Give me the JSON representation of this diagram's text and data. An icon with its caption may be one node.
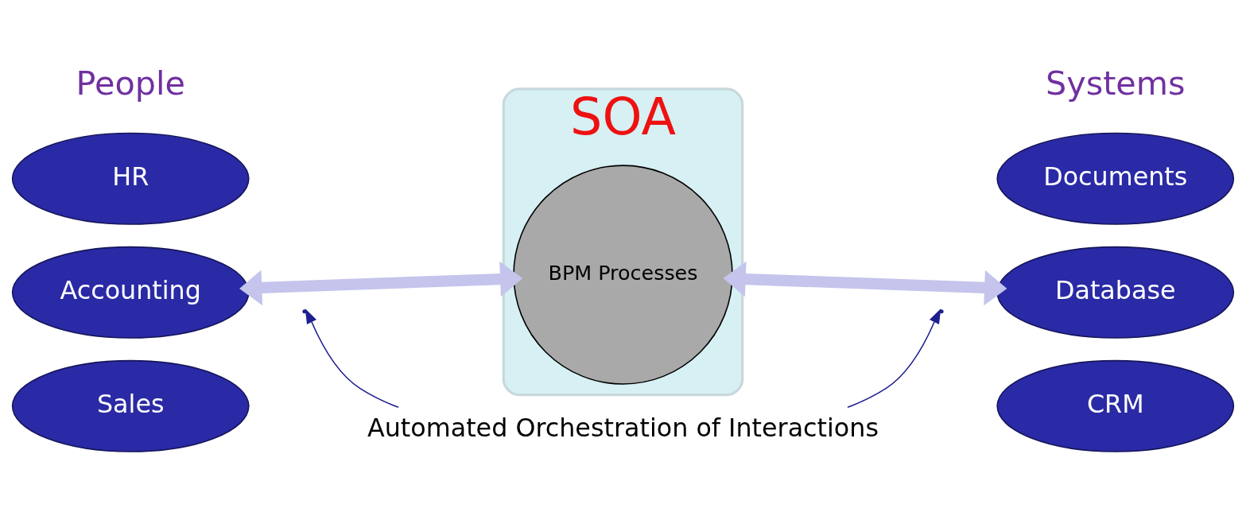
{
  "diagram": {
    "nodes": [
      {
        "text": [
          "SOA"
        ]
      },
      {
        "text": [
          "BPM Processes"
        ],
        "in": 0
      },
      {
        "text": [
          "HR"
        ]
      },
      {
        "text": [
          "Accounting"
        ]
      },
      {
        "text": [
          "Sales"
        ]
      },
      {
        "text": [
          "Documents"
        ]
      },
      {
        "text": [
          "Database"
        ]
      },
      {
        "text": [
          "CRM"
        ]
      },
      {
        "text": [
          "Automated Orchestration of Interactions"
        ]
      }
    ],
    "edges": [
      {
        "from": 3,
        "to": 1,
        "arrow": "both",
        "style": "thick",
        "color": "#c4c4ec"
      },
      {
        "from": 1,
        "to": 6,
        "arrow": "both",
        "style": "thick",
        "color": "#c4c4ec"
      },
      {
        "from": 8,
        "to": null,
        "arrow": "to",
        "color": "#1f1f8f"
      },
      {
        "from": 8,
        "to": null,
        "arrow": "to",
        "color": "#1f1f8f"
      }
    ],
    "labels": [
      "People",
      "Systems"
    ]
  }
}
